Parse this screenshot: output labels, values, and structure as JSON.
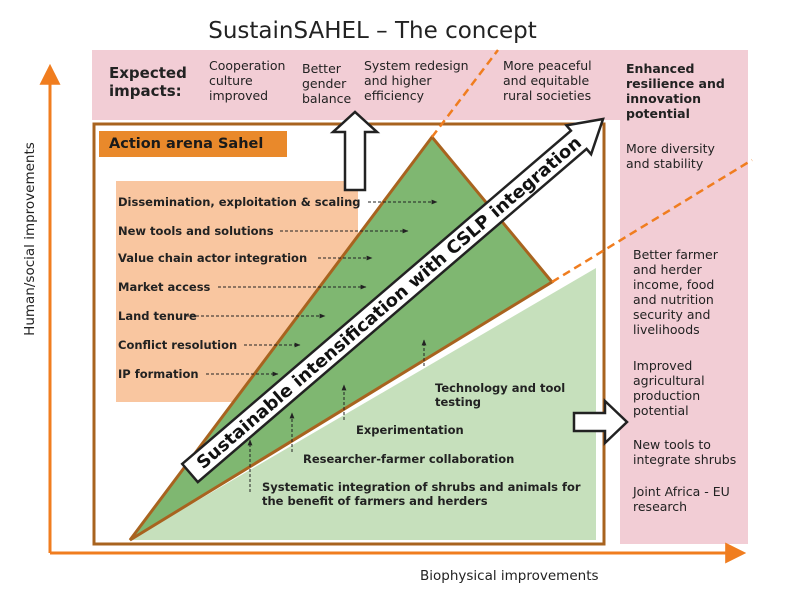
{
  "title": "SustainSAHEL – The concept",
  "expected_impacts_label": [
    "Expected",
    "impacts:"
  ],
  "top_impacts": [
    [
      "Cooperation",
      "culture",
      "improved"
    ],
    [
      "Better",
      "gender",
      "balance"
    ],
    [
      "System redesign",
      "and higher",
      "efficiency"
    ],
    [
      "More peaceful",
      "and equitable",
      "rural societies"
    ]
  ],
  "enhanced": [
    "Enhanced",
    "resilience and",
    "innovation",
    "potential"
  ],
  "diversity": [
    "More diversity",
    "and stability"
  ],
  "arena_label": "Action arena Sahel",
  "actions": [
    "Dissemination,  exploitation & scaling",
    "New tools and solutions",
    "Value chain actor integration",
    "Market access",
    "Land tenure",
    "Conflict resolution",
    "IP formation"
  ],
  "sustainable_label": "Sustainable intensification with CSLP integration",
  "lower_labels": {
    "tech": [
      "Technology and tool",
      "testing"
    ],
    "experimentation": "Experimentation",
    "collab": "Researcher-farmer collaboration",
    "systematic": [
      "Systematic integration of shrubs and animals for",
      "the benefit of farmers and herders"
    ]
  },
  "right_outcomes": [
    [
      "Better farmer",
      "and herder",
      "income, food",
      "and nutrition",
      "security and",
      "livelihoods"
    ],
    [
      "Improved",
      "agricultural",
      "production",
      "potential"
    ],
    [
      "New tools to",
      "integrate shrubs"
    ],
    [
      "Joint Africa - EU",
      "research"
    ]
  ],
  "y_axis_label": "Human/social improvements",
  "x_axis_label": "Biophysical improvements",
  "colors": {
    "orange": "#f07d1f",
    "peach": "#f9c6a0",
    "green_dark": "#7fb771",
    "green_light": "#c6e0bc",
    "pink": "#f2cdd5",
    "brown_border": "#a8631f"
  }
}
